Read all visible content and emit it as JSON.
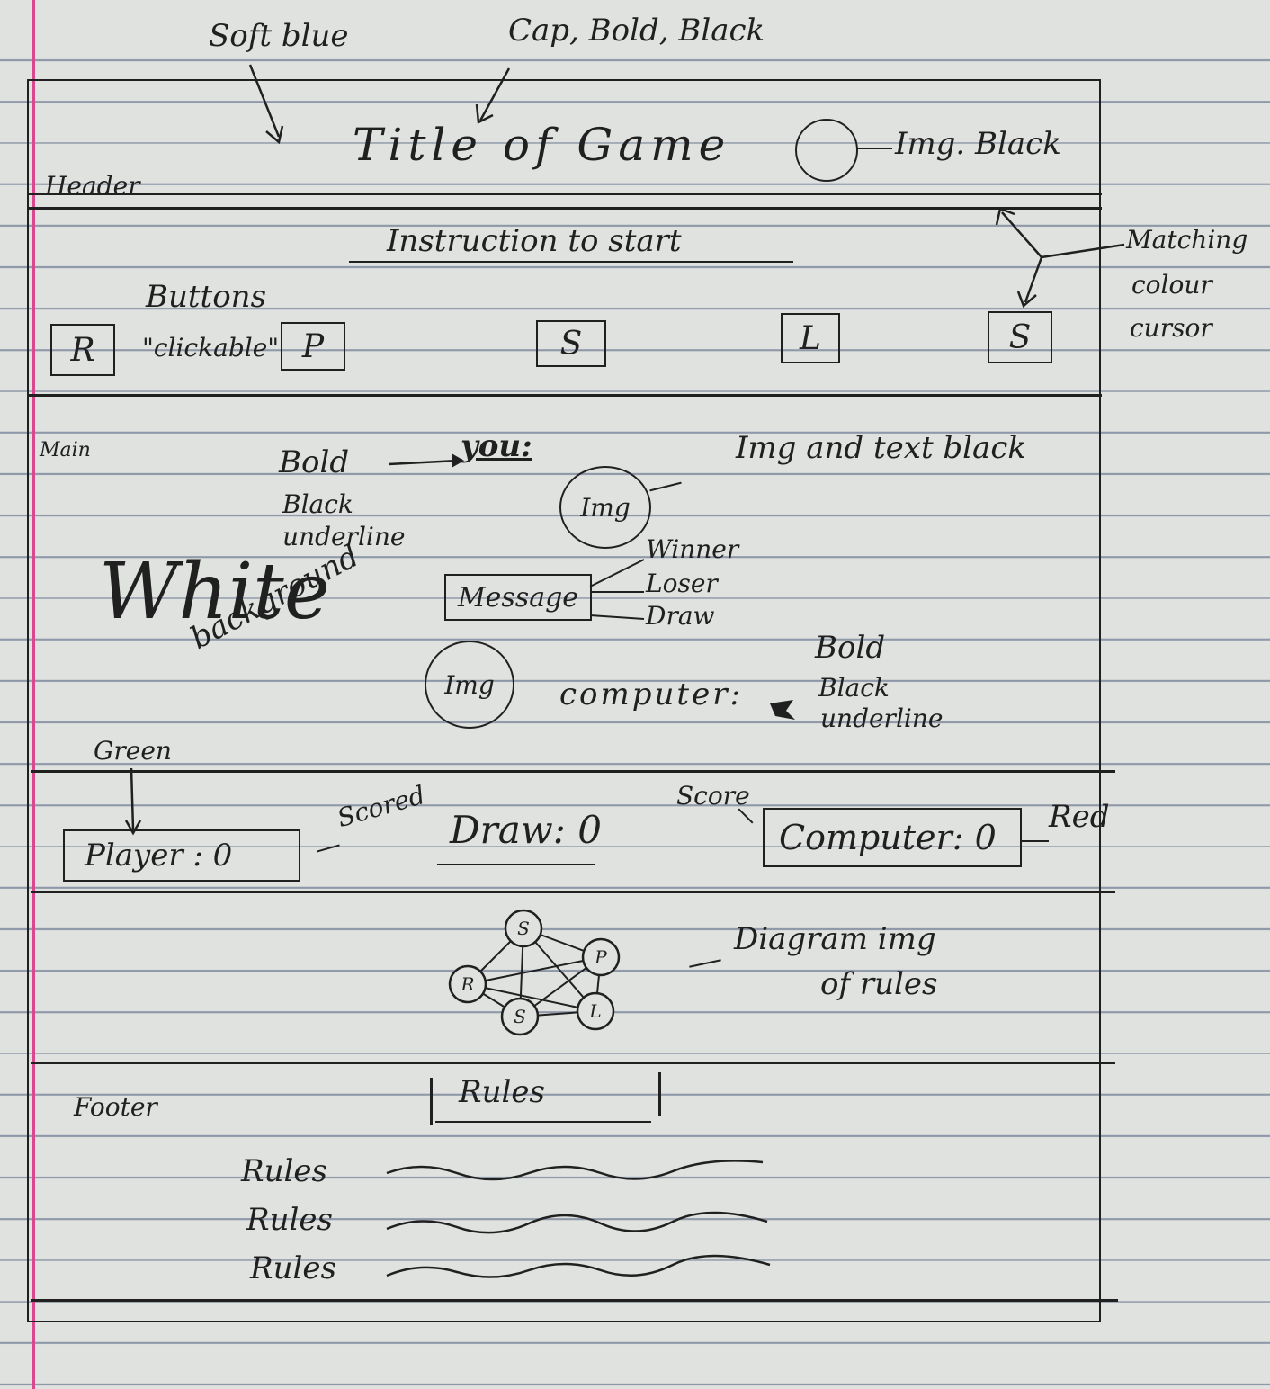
{
  "header": {
    "annotation_soft_blue": "Soft blue",
    "annotation_cap_bold_black": "Cap, Bold, Black",
    "title": "Title of Game",
    "img_annotation": "Img. Black",
    "label": "Header"
  },
  "controls": {
    "instruction": "Instruction to start",
    "buttons_annotation_1": "Buttons",
    "buttons_annotation_2": "\"clickable\"",
    "buttons": [
      "R",
      "P",
      "S",
      "L",
      "S"
    ],
    "matching_annotation": [
      "Matching",
      "colour",
      "cursor"
    ]
  },
  "main": {
    "label": "Main",
    "bold_note_top": [
      "Bold",
      "Black",
      "underline"
    ],
    "you_label": "you:",
    "img_text_note": "Img and text black",
    "img_label_top": "Img",
    "white_bg_1": "White",
    "white_bg_2": "background",
    "message_label": "Message",
    "message_options": [
      "Winner",
      "Loser",
      "Draw"
    ],
    "img_label_bottom": "Img",
    "computer_label": "computer:",
    "bold_note_bottom": [
      "Bold",
      "Black",
      "underline"
    ]
  },
  "scores": {
    "green_note": "Green",
    "player": "Player : 0",
    "scored_note": "Scored",
    "draw": "Draw: 0",
    "score_note": "Score",
    "computer": "Computer: 0",
    "red_note": "Red"
  },
  "diagram": {
    "nodes": [
      "S",
      "P",
      "R",
      "L",
      "S"
    ],
    "annotation": [
      "Diagram img",
      "of rules"
    ]
  },
  "footer": {
    "label": "Footer",
    "rules_heading": "Rules",
    "rules": [
      "Rules",
      "Rules",
      "Rules"
    ]
  }
}
